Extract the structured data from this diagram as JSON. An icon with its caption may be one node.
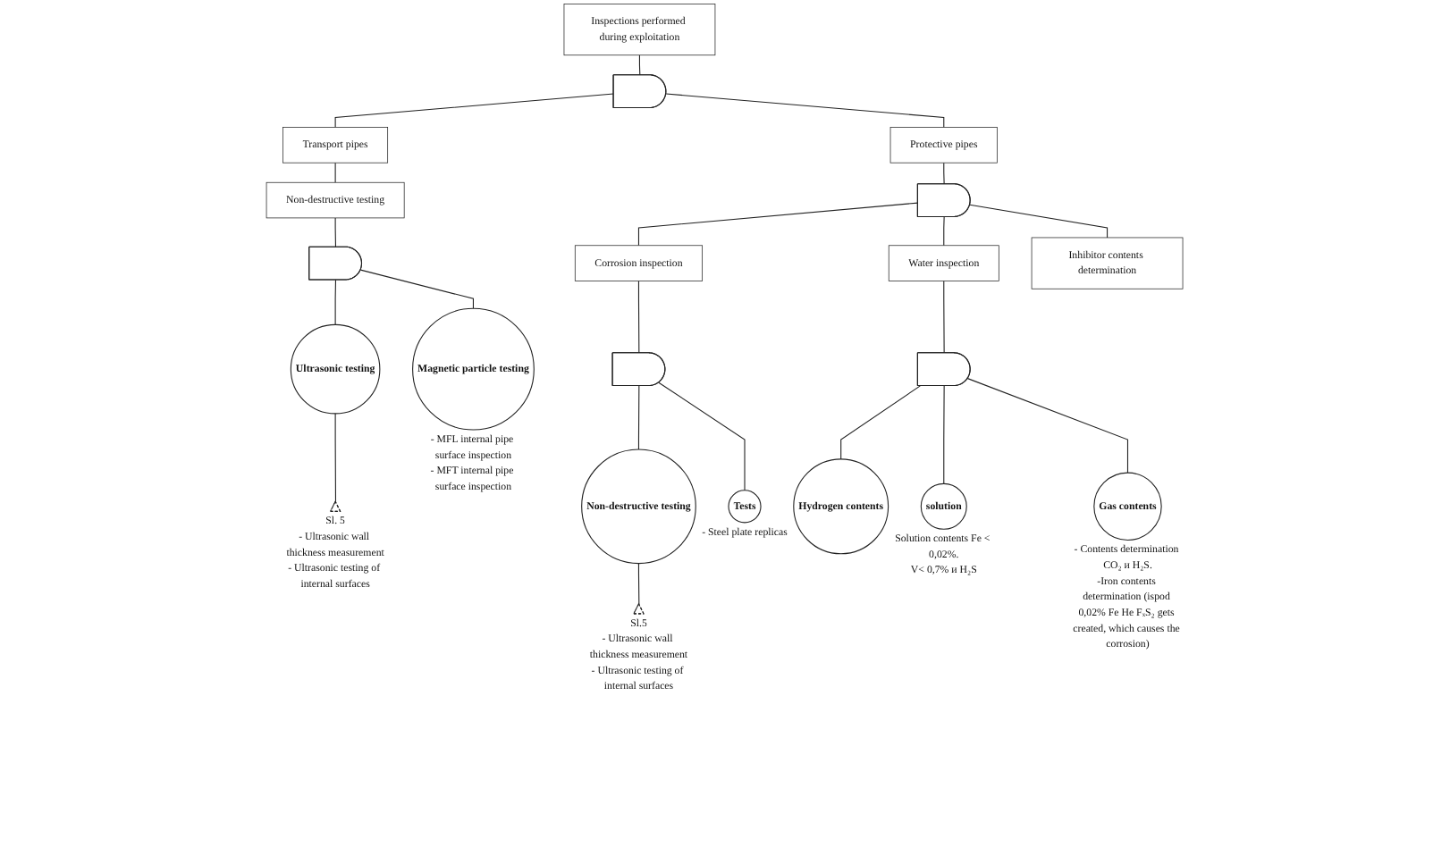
{
  "diagram": {
    "nodes": [
      {
        "text": [
          "Inspections performed during exploitation"
        ]
      },
      {
        "text": [],
        "shape": "gate"
      },
      {
        "text": [
          "Transport pipes"
        ]
      },
      {
        "text": [
          "Protective pipes"
        ]
      },
      {
        "text": [
          "Non-destructive testing"
        ]
      },
      {
        "text": [],
        "shape": "gate"
      },
      {
        "text": [],
        "shape": "gate"
      },
      {
        "text": [
          "Corrosion inspection"
        ]
      },
      {
        "text": [
          "Water inspection"
        ]
      },
      {
        "text": [
          "Inhibitor contents determination"
        ]
      },
      {
        "text": [],
        "shape": "gate"
      },
      {
        "text": [],
        "shape": "gate"
      },
      {
        "text": [
          "Ultrasonic testing"
        ]
      },
      {
        "text": [
          "Magnetic particle testing"
        ],
        "beside": [
          "- MFL internal pipe surface inspection",
          "- MFT internal pipe surface inspection"
        ]
      },
      {
        "text": [
          "Non-destructive testing"
        ]
      },
      {
        "text": [
          "Tests"
        ],
        "beside": [
          "- Steel plate replicas"
        ]
      },
      {
        "text": [
          "Hydrogen contents"
        ]
      },
      {
        "text": [
          "solution"
        ],
        "beside": [
          "Solution contents Fe < 0,02%.",
          "V< 0,7% и H₂S"
        ]
      },
      {
        "text": [
          "Gas contents"
        ],
        "beside": [
          "- Contents determination CO₂ и H₂S.",
          "-Iron contents determination (ispod 0,02% Fe He FₓS₂ gets created, which causes the corrosion)"
        ]
      },
      {
        "text": [],
        "shape": "triangle",
        "beside": [
          "Sl. 5",
          "- Ultrasonic wall thickness measurement",
          "- Ultrasonic testing of internal surfaces"
        ]
      },
      {
        "text": [],
        "shape": "triangle",
        "beside": [
          "Sl.5",
          "- Ultrasonic wall thickness measurement",
          "- Ultrasonic testing of internal surfaces"
        ]
      }
    ],
    "edges": [
      {
        "from": 0,
        "to": 1,
        "arrow": "none"
      },
      {
        "from": 1,
        "to": 2,
        "arrow": "none"
      },
      {
        "from": 1,
        "to": 3,
        "arrow": "none"
      },
      {
        "from": 2,
        "to": 4,
        "arrow": "none"
      },
      {
        "from": 3,
        "to": 5,
        "arrow": "none"
      },
      {
        "from": 4,
        "to": 6,
        "arrow": "none"
      },
      {
        "from": 5,
        "to": 7,
        "arrow": "none"
      },
      {
        "from": 5,
        "to": 8,
        "arrow": "none"
      },
      {
        "from": 5,
        "to": 9,
        "arrow": "none"
      },
      {
        "from": 7,
        "to": 10,
        "arrow": "none"
      },
      {
        "from": 8,
        "to": 11,
        "arrow": "none"
      },
      {
        "from": 6,
        "to": 12,
        "arrow": "none"
      },
      {
        "from": 6,
        "to": 13,
        "arrow": "none"
      },
      {
        "from": 10,
        "to": 14,
        "arrow": "none"
      },
      {
        "from": 10,
        "to": 15,
        "arrow": "none"
      },
      {
        "from": 11,
        "to": 16,
        "arrow": "none"
      },
      {
        "from": 11,
        "to": 17,
        "arrow": "none"
      },
      {
        "from": 11,
        "to": 18,
        "arrow": "none"
      },
      {
        "from": 12,
        "to": 19,
        "arrow": "none"
      },
      {
        "from": 14,
        "to": 20,
        "arrow": "none"
      }
    ]
  }
}
